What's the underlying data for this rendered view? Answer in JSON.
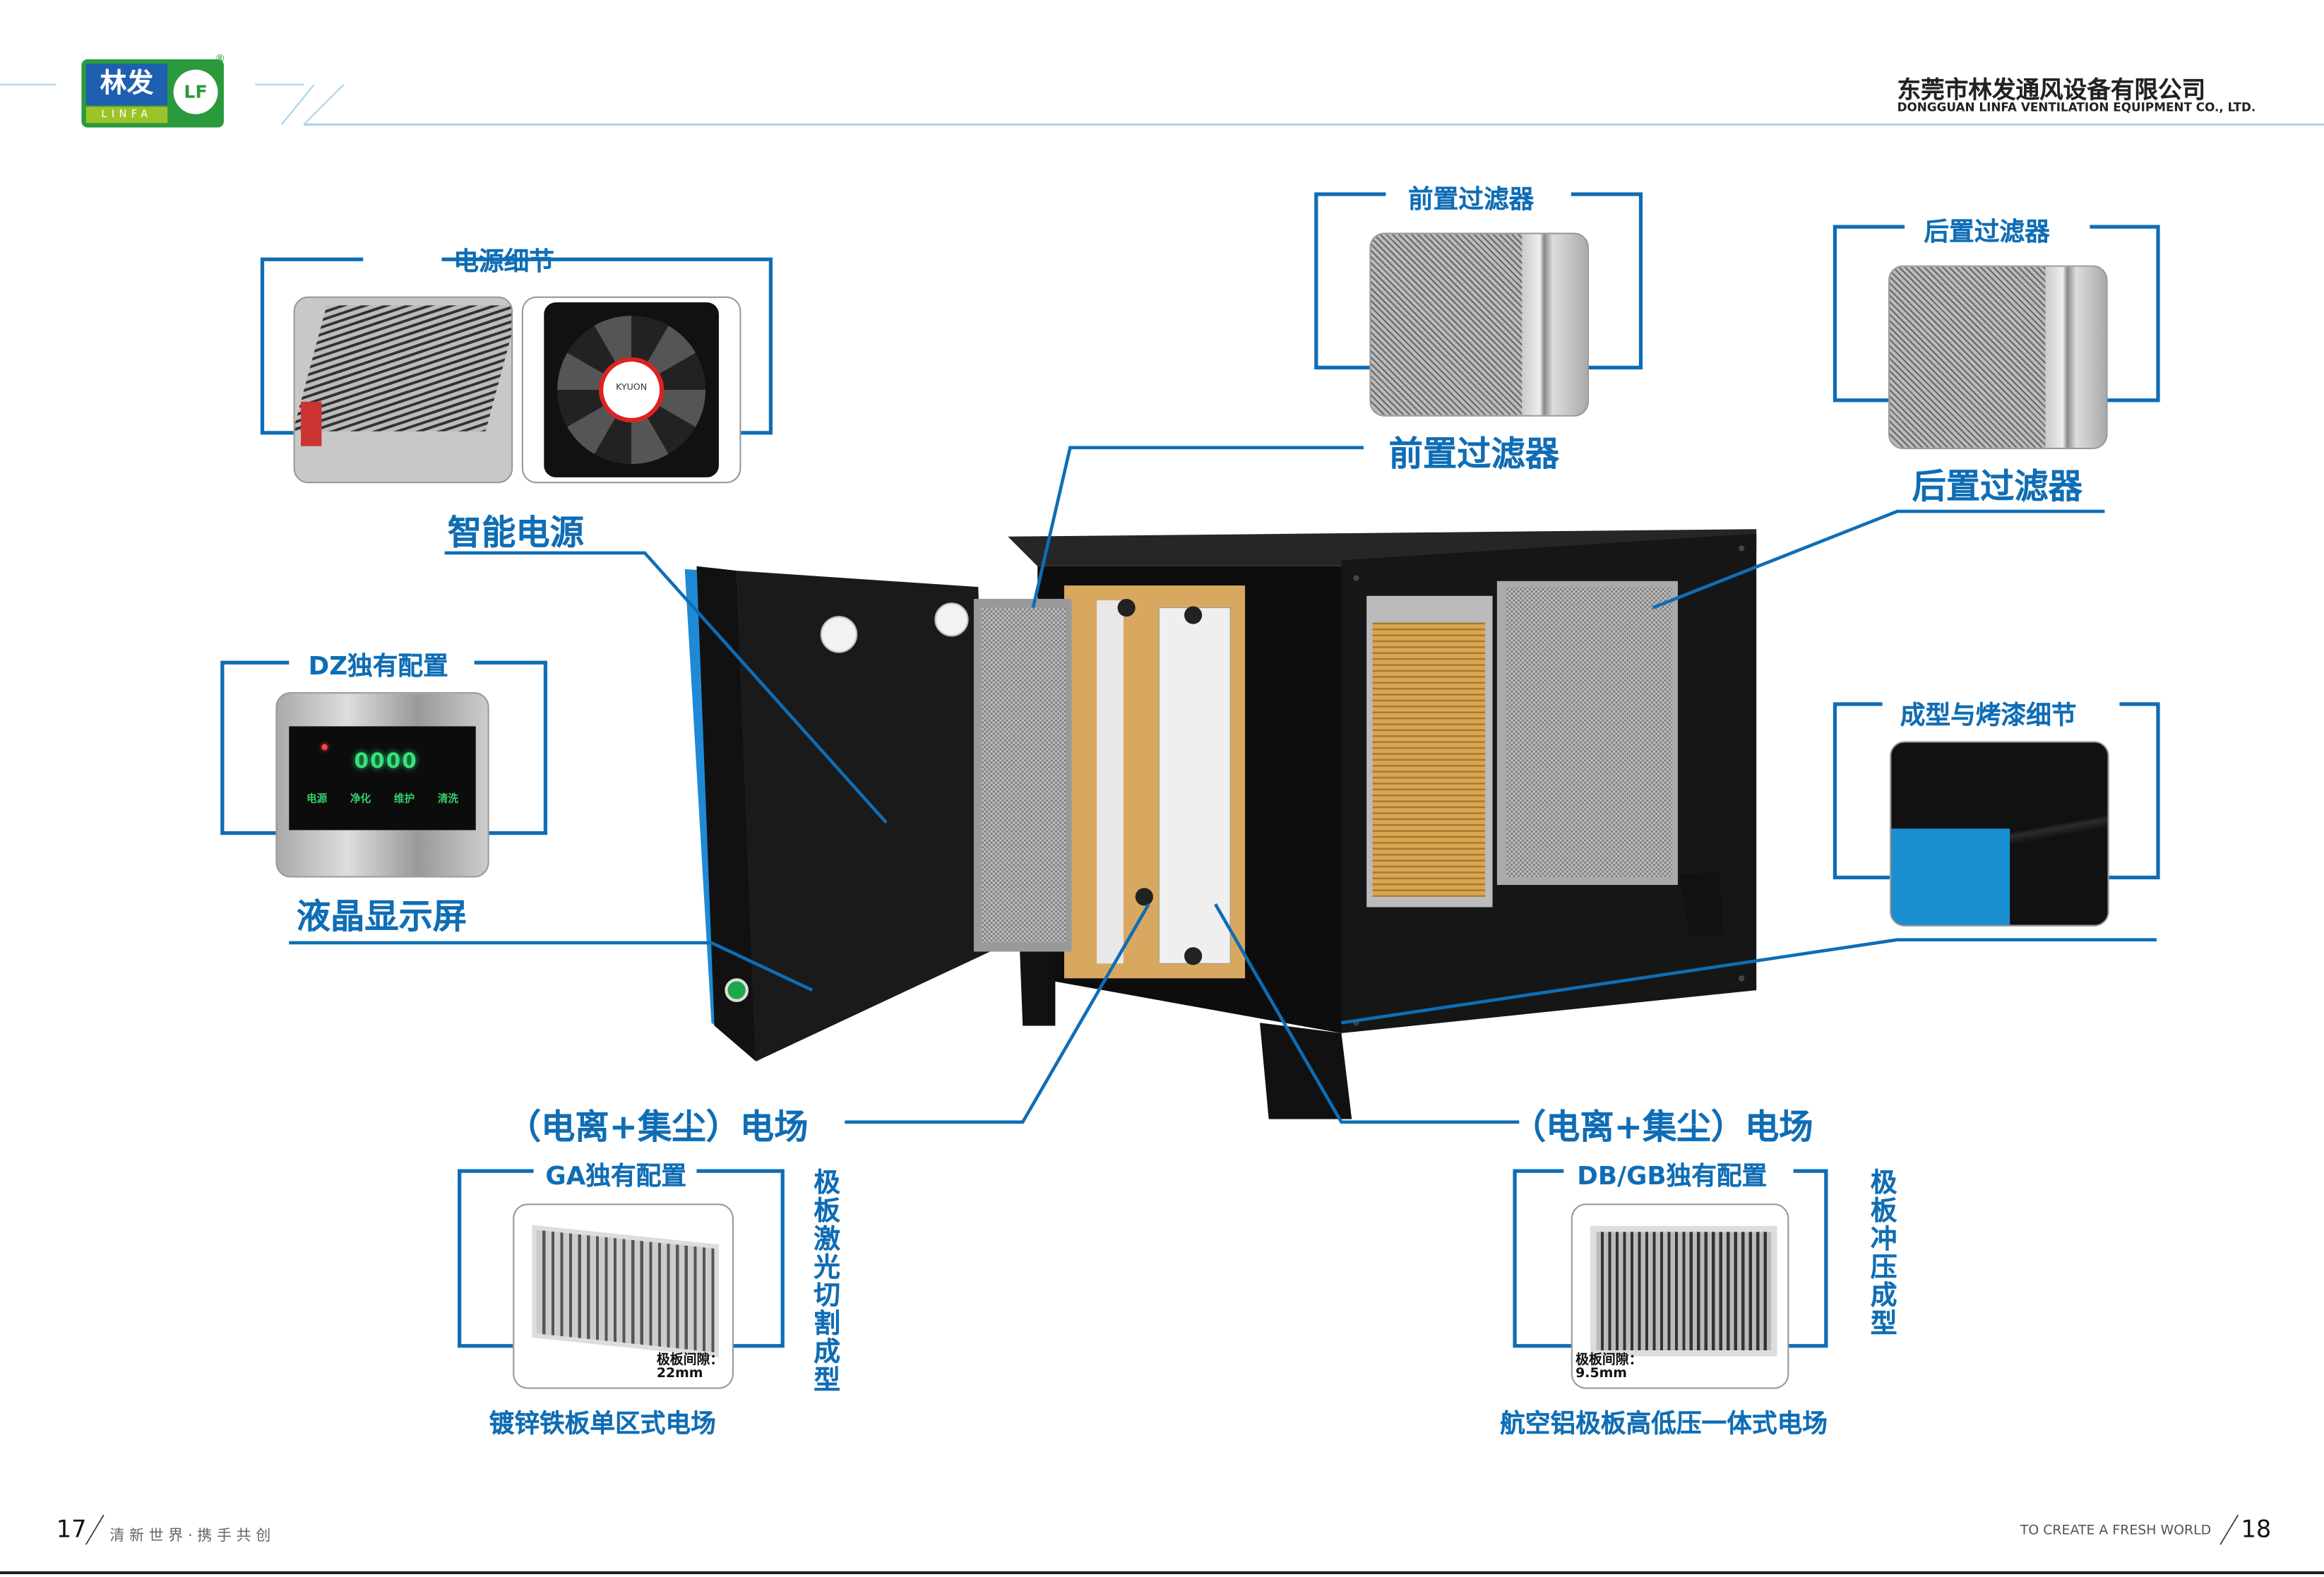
{
  "logo": {
    "cn": "林发",
    "en": "LINFA",
    "mark": "LF",
    "registered": "®"
  },
  "header": {
    "company_cn": "东莞市林发通风设备有限公司",
    "company_en": "DONGGUAN LINFA VENTILATION EQUIPMENT CO., LTD."
  },
  "callouts": {
    "power": {
      "title": "电源细节",
      "label": "智能电源",
      "fan_brand": "KYUON"
    },
    "display": {
      "title": "DZ独有配置",
      "label": "液晶显示屏",
      "digits": "0000",
      "buttons": [
        "电源",
        "净化",
        "维护",
        "清洗"
      ]
    },
    "pre_filter": {
      "title": "前置过滤器",
      "label": "前置过滤器"
    },
    "post_filter": {
      "title": "后置过滤器",
      "label": "后置过滤器"
    },
    "paint": {
      "title": "成型与烤漆细节"
    },
    "field_left": {
      "label": "（电离+集尘）电场",
      "title": "GA独有配置",
      "vertical": "极板激光切割成型",
      "gap_label": "极板间隙：",
      "gap_value": "22mm",
      "caption": "镀锌铁板单区式电场"
    },
    "field_right": {
      "label": "（电离+集尘）电场",
      "title": "DB/GB独有配置",
      "vertical": "极板冲压成型",
      "gap_label": "极板间隙：",
      "gap_value": "9.5mm",
      "caption": "航空铝极板高低压一体式电场"
    }
  },
  "footer": {
    "page_left": "17",
    "slogan_cn": "清 新 世 界 · 携 手 共 创",
    "slogan_en": "TO CREATE A FRESH WORLD",
    "page_right": "18"
  },
  "colors": {
    "accent": "#0f6db5",
    "logo_green": "#2a9a3c",
    "logo_blue": "#1f5fb0",
    "logo_lime": "#9cc428",
    "header_line": "#a8d4ee"
  }
}
